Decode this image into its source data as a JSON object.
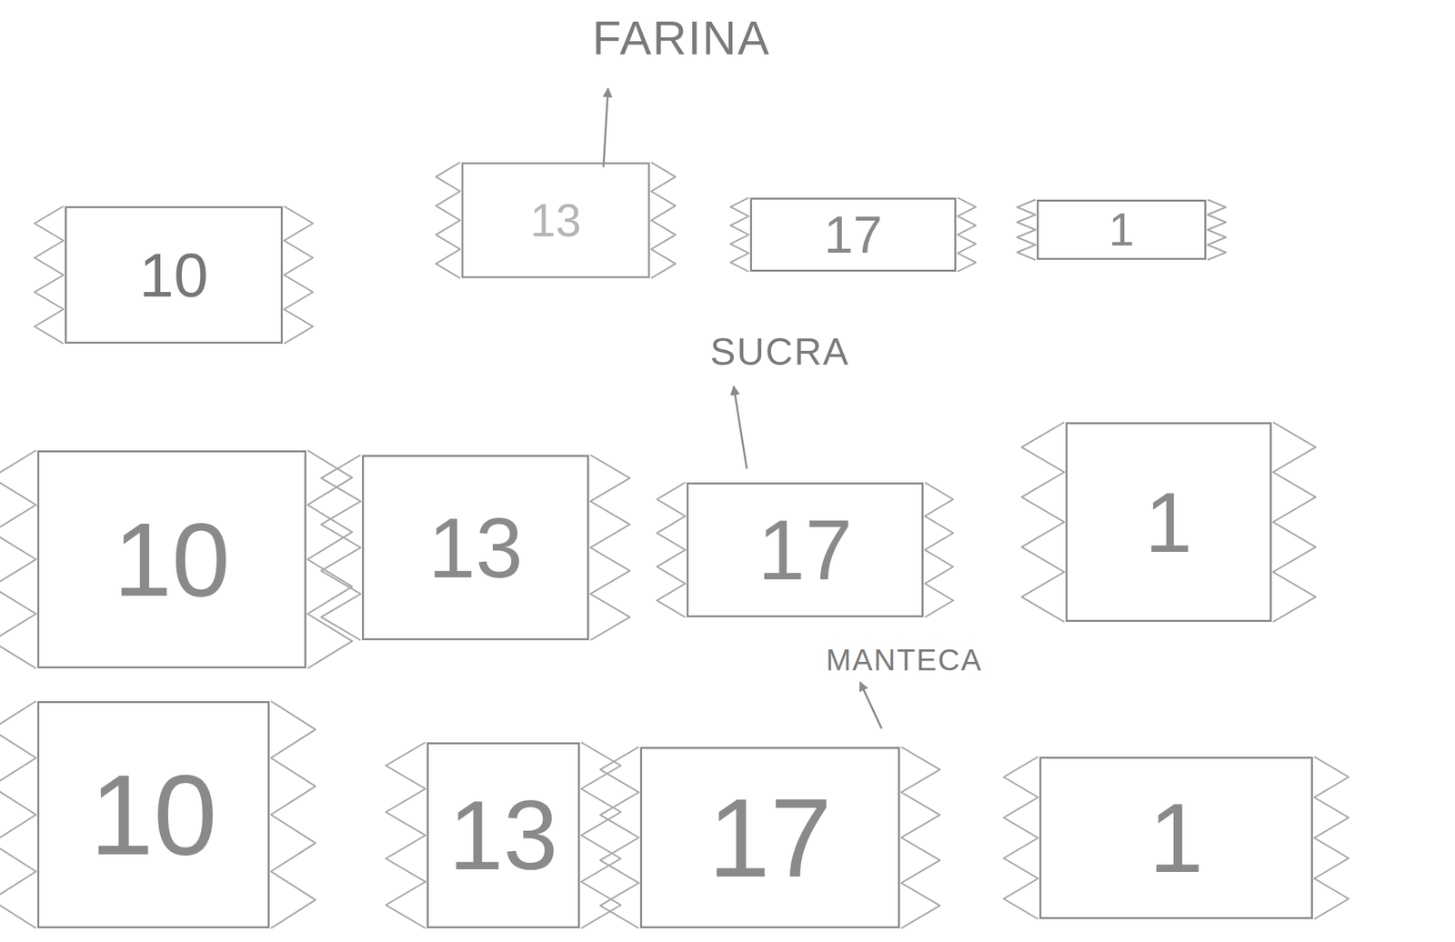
{
  "diagram": {
    "nodes": [
      {
        "text": [
          "10"
        ]
      },
      {
        "text": [
          "13"
        ]
      },
      {
        "text": [
          "17"
        ]
      },
      {
        "text": [
          "1"
        ]
      },
      {
        "text": [
          "10"
        ]
      },
      {
        "text": [
          "13"
        ]
      },
      {
        "text": [
          "17"
        ]
      },
      {
        "text": [
          "1"
        ]
      },
      {
        "text": [
          "10"
        ]
      },
      {
        "text": [
          "13"
        ]
      },
      {
        "text": [
          "17"
        ]
      },
      {
        "text": [
          "1"
        ]
      }
    ],
    "labels": [
      "FARINA",
      "SUCRA",
      "MANTECA"
    ]
  }
}
